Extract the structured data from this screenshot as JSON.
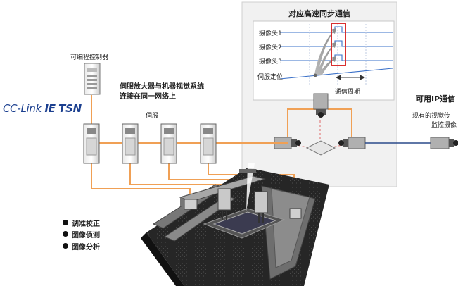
{
  "brand": {
    "cc": "CC-Link",
    "ie": "IE",
    "tsn": "TSN"
  },
  "labels": {
    "plc": "可编程控制器",
    "servo_note_line1": "伺服放大器与机器视觉系统",
    "servo_note_line2": "连接在同一网络上",
    "servo": "伺服",
    "ip_comm": "可用IP通信",
    "existing_line1": "现有的视觉传",
    "existing_line2": "监控摄像"
  },
  "timing_panel": {
    "title": "对应高速同步通信",
    "rows": [
      "摄像头1",
      "摄像头2",
      "摄像头3",
      "伺服定位"
    ],
    "period_label": "通信周期"
  },
  "features": [
    "调准校正",
    "图像侦测",
    "图像分析"
  ],
  "colors": {
    "network": "#f0a055",
    "blue_line": "#2a4a8a",
    "brand_blue": "#1b3f8f",
    "highlight": "#d93030",
    "panel_bg": "#f1f1f1"
  }
}
